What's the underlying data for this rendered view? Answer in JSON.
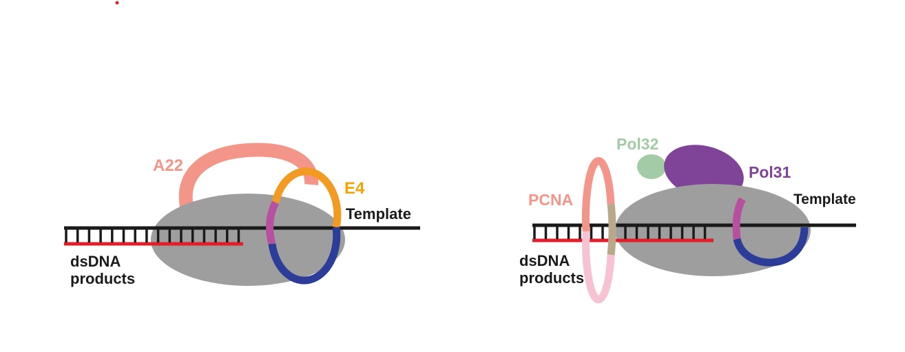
{
  "colors": {
    "core": "#9e9e9e",
    "strand_template": "#1a1a1a",
    "strand_product": "#e31e2a",
    "a22": "#f4958a",
    "e4": "#f29a21",
    "e4_text": "#f5a300",
    "magenta_segment": "#b6509f",
    "blue_segment": "#2b3d98",
    "pcna_top": "#f4958a",
    "pcna_mid": "#b9a88a",
    "pcna_bottom": "#f7c3d2",
    "pol32": "#a3cba5",
    "pol31": "#7f4397",
    "marker": "#e31e2a"
  },
  "left_panel": {
    "labels": {
      "a22": "A22",
      "e4": "E4",
      "template": "Template",
      "products_line1": "dsDNA",
      "products_line2": "products"
    }
  },
  "right_panel": {
    "labels": {
      "pol32": "Pol32",
      "pol31": "Pol31",
      "pcna": "PCNA",
      "template": "Template",
      "products_line1": "dsDNA",
      "products_line2": "products"
    }
  }
}
